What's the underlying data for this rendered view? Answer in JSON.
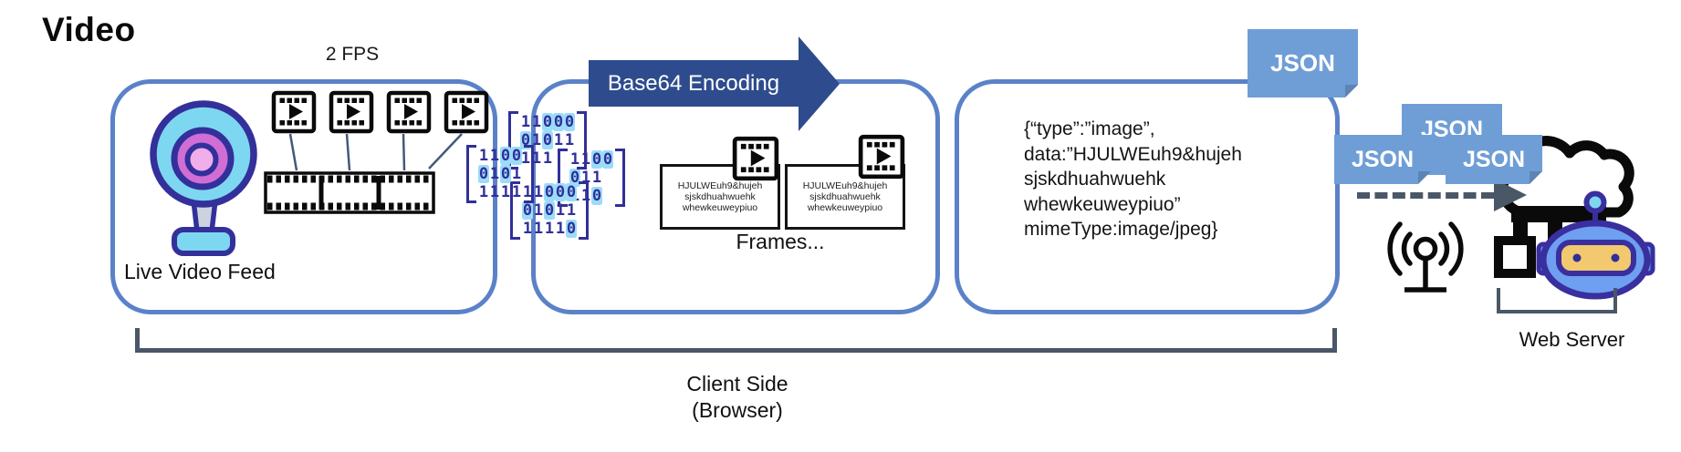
{
  "title": "Video",
  "fps_label": "2 FPS",
  "client_box": {
    "label": "Live Video Feed"
  },
  "encode_arrow": {
    "label": "Base64 Encoding"
  },
  "frames_box": {
    "card_text": "HJULWEuh9&hujeh\nsjskdhuahwuehk\nwhewkeuweypiuo",
    "label": "Frames..."
  },
  "json_box": {
    "payload": "{“type”:”image”,\ndata:”HJULWEuh9&hujeh\nsjskdhuahwuehk\nwhewkeuweypiuo”\nmimeType:image/jpeg}"
  },
  "badges": {
    "labels": [
      "JSON",
      "JSON",
      "JSON",
      "JSON"
    ]
  },
  "server": {
    "label": "Web Server"
  },
  "client_side": {
    "line1": "Client Side",
    "line2": "(Browser)"
  },
  "binary_matrices": [
    {
      "rows": [
        "1100",
        "0101",
        "1111"
      ]
    },
    {
      "rows": [
        "11000",
        "01011",
        "111"
      ]
    },
    {
      "rows": [
        "11000",
        "01011",
        "11110"
      ]
    },
    {
      "rows": [
        "1100",
        "011",
        "110"
      ]
    }
  ],
  "colors": {
    "box_border": "#5b82c8",
    "encode_arrow": "#2e4c8d",
    "badge": "#6f9ed7",
    "badge_fold": "#5c84b4",
    "slate": "#4a5766",
    "binary_dark": "#312f9a",
    "binary_zero_bg": "#9bdcf8",
    "webcam_body": "#7ed7f0",
    "webcam_ring": "#d06ed6",
    "webcam_outline": "#33309b",
    "robot_blue": "#6e9ff0",
    "robot_visor": "#f2c96e"
  },
  "icons": {
    "webcam": "webcam-icon",
    "video_frame": "video-frame-icon",
    "film_strip": "film-strip-icon",
    "antenna": "broadcast-antenna-icon",
    "server": "cloud-server-robot-icon"
  }
}
